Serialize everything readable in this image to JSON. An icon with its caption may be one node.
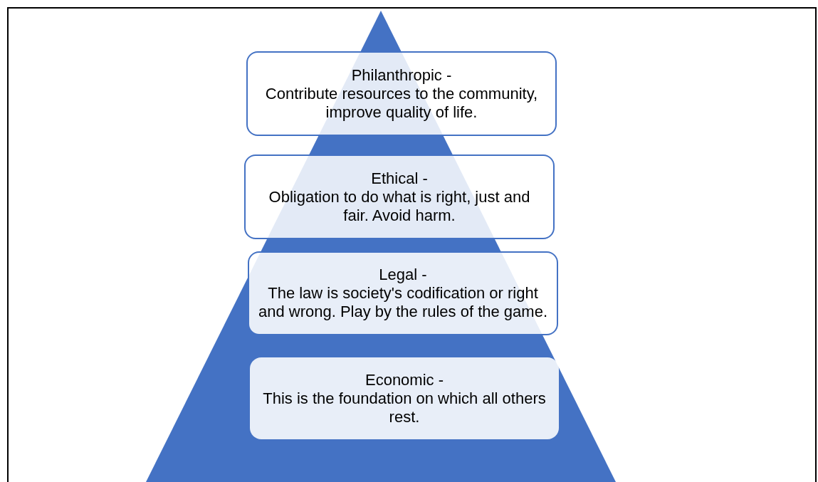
{
  "diagram": {
    "nodes": [
      {
        "text": [
          "Philanthropic -",
          "Contribute resources to the community, improve quality of life."
        ]
      },
      {
        "text": [
          "Ethical -",
          "Obligation to do what is right, just and fair. Avoid harm."
        ]
      },
      {
        "text": [
          "Legal -",
          "The law is society's codification or right and wrong. Play by the rules of the game."
        ]
      },
      {
        "text": [
          "Economic -",
          "This is the foundation on which all others rest."
        ]
      }
    ]
  }
}
